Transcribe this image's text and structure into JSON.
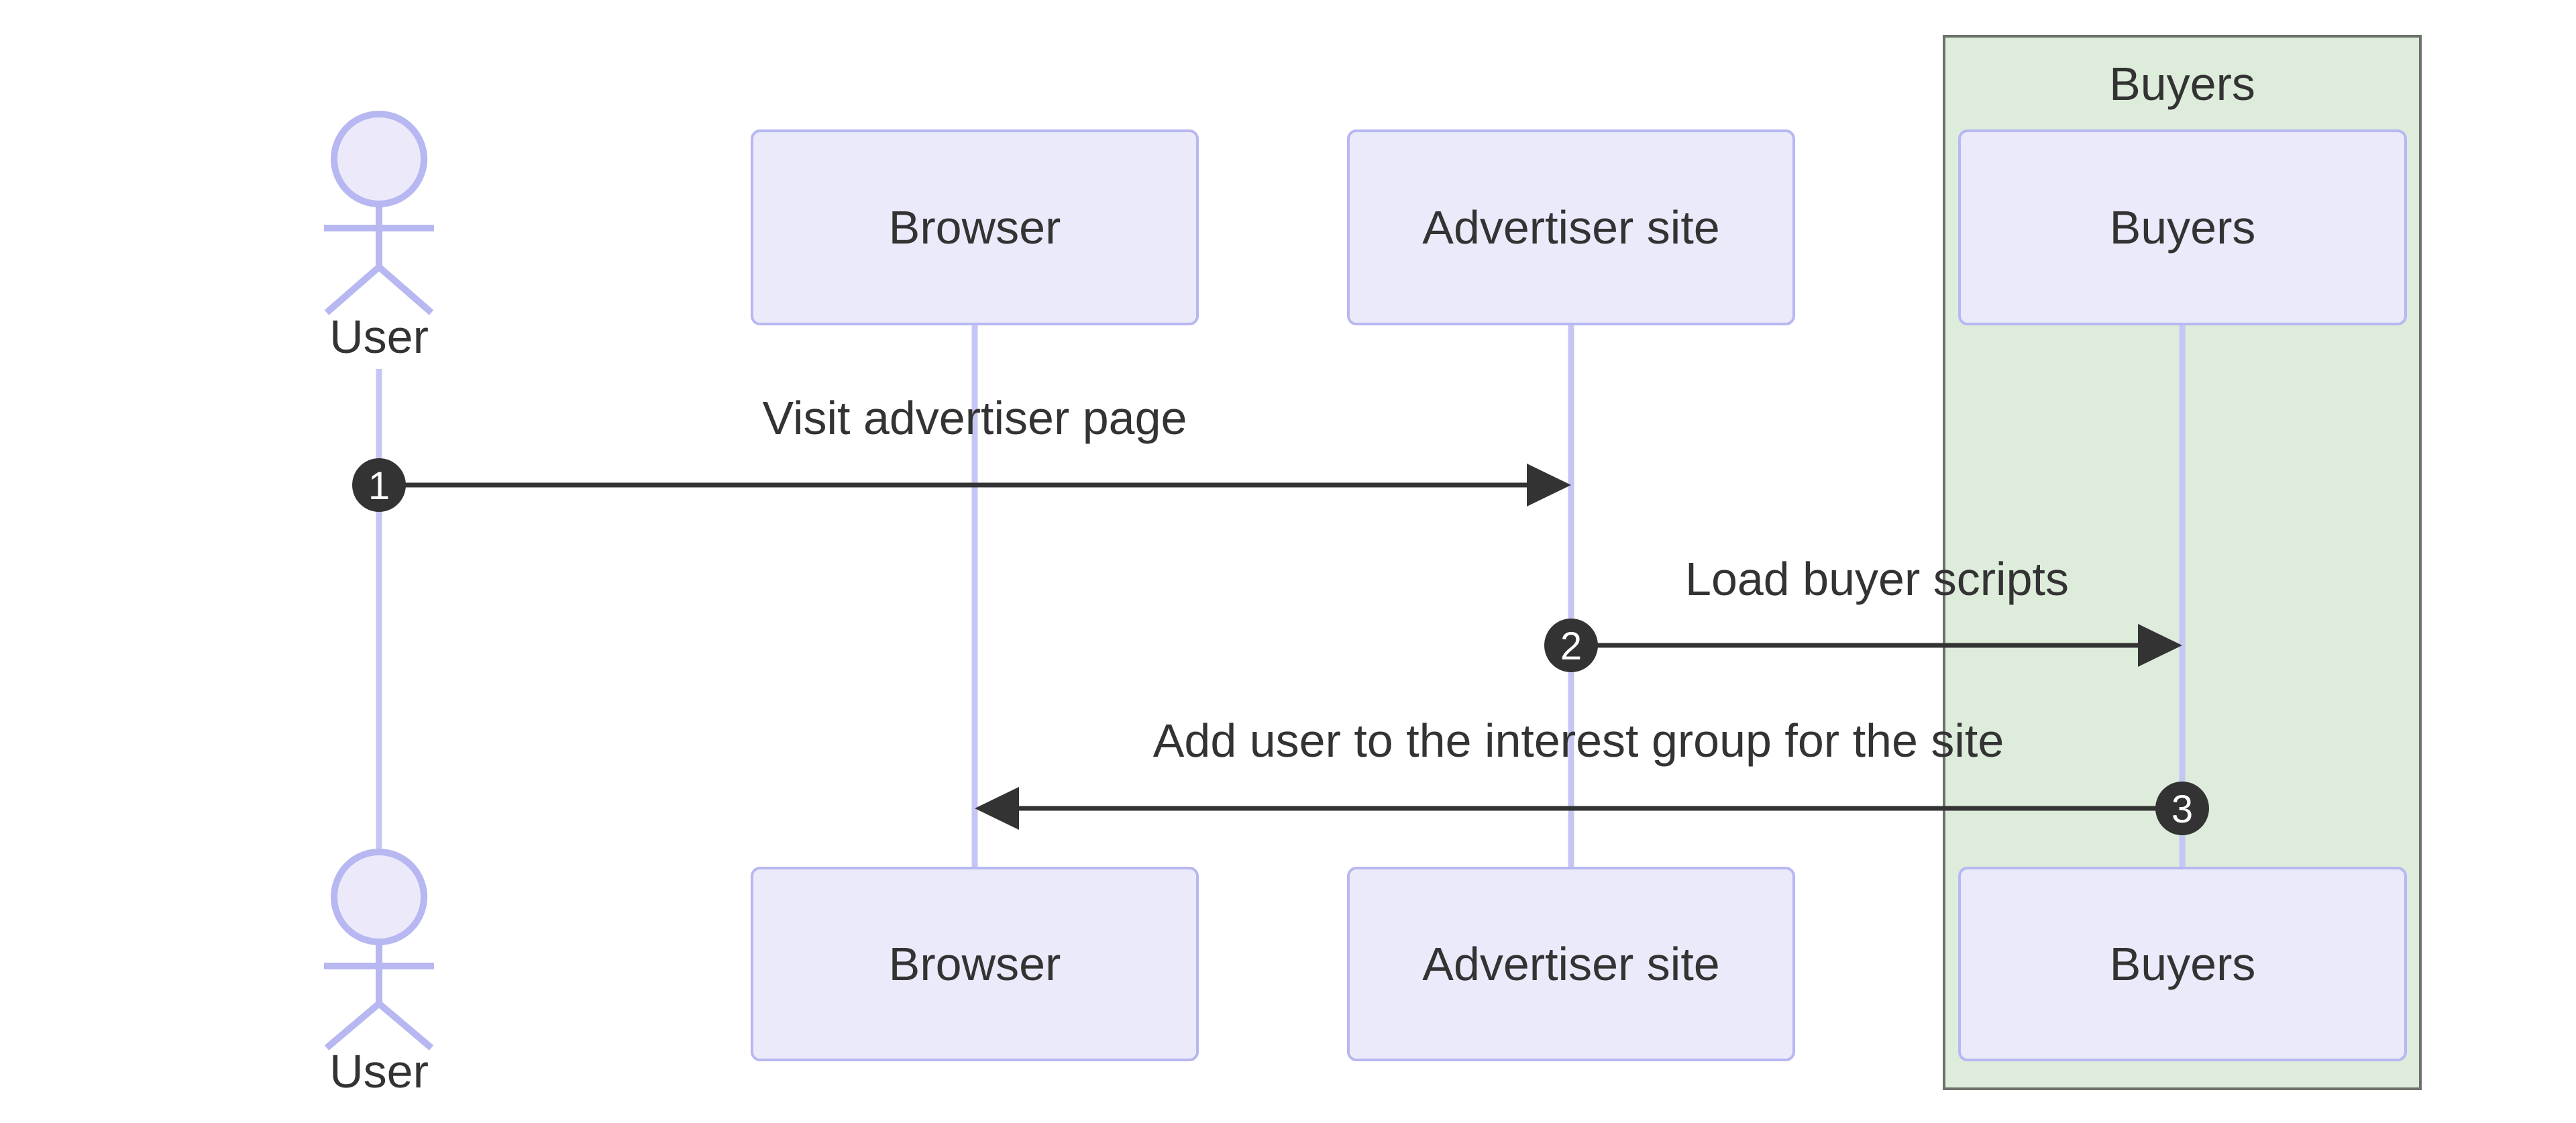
{
  "diagram": {
    "type": "sequence-diagram",
    "actors": {
      "user_top": "User",
      "user_bottom": "User"
    },
    "participants": {
      "browser": "Browser",
      "advertiser": "Advertiser site",
      "buyers": "Buyers"
    },
    "group": {
      "title": "Buyers"
    },
    "messages": [
      {
        "number": "1",
        "from": "User",
        "to": "Advertiser site",
        "text": "Visit advertiser page"
      },
      {
        "number": "2",
        "from": "Advertiser site",
        "to": "Buyers",
        "text": "Load buyer scripts"
      },
      {
        "number": "3",
        "from": "Buyers",
        "to": "Browser",
        "text": "Add user to the interest group for the site"
      }
    ],
    "colors": {
      "participant_fill": "#eaeafa",
      "participant_border": "#b7b7f2",
      "lifeline": "#c6c6f4",
      "actor_stroke": "#b7b7f2",
      "actor_head_fill": "#eceafa",
      "group_fill": "#ddecdb",
      "group_border": "#6c726a",
      "text": "#333333",
      "arrow": "#333333",
      "number_badge_fill": "#333333",
      "number_badge_text": "#ffffff",
      "background": "#ffffff"
    }
  }
}
